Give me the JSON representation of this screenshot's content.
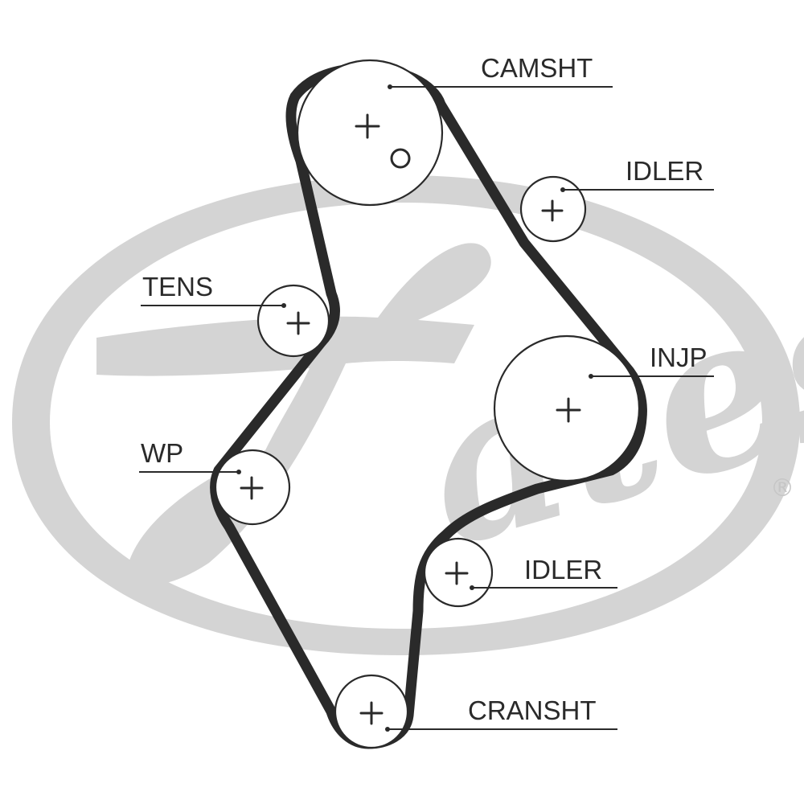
{
  "brand": {
    "name": "Gates",
    "registered_mark": "®",
    "color": "#d4d4d4"
  },
  "colors": {
    "belt": "#2a2a2a",
    "line": "#2a2a2a",
    "background": "#ffffff"
  },
  "labels": {
    "camshaft": "CAMSHT",
    "idler_top": "IDLER",
    "tensioner": "TENS",
    "injection_pump": "INJP",
    "water_pump": "WP",
    "idler_bottom": "IDLER",
    "crankshaft": "CRANSHT"
  }
}
